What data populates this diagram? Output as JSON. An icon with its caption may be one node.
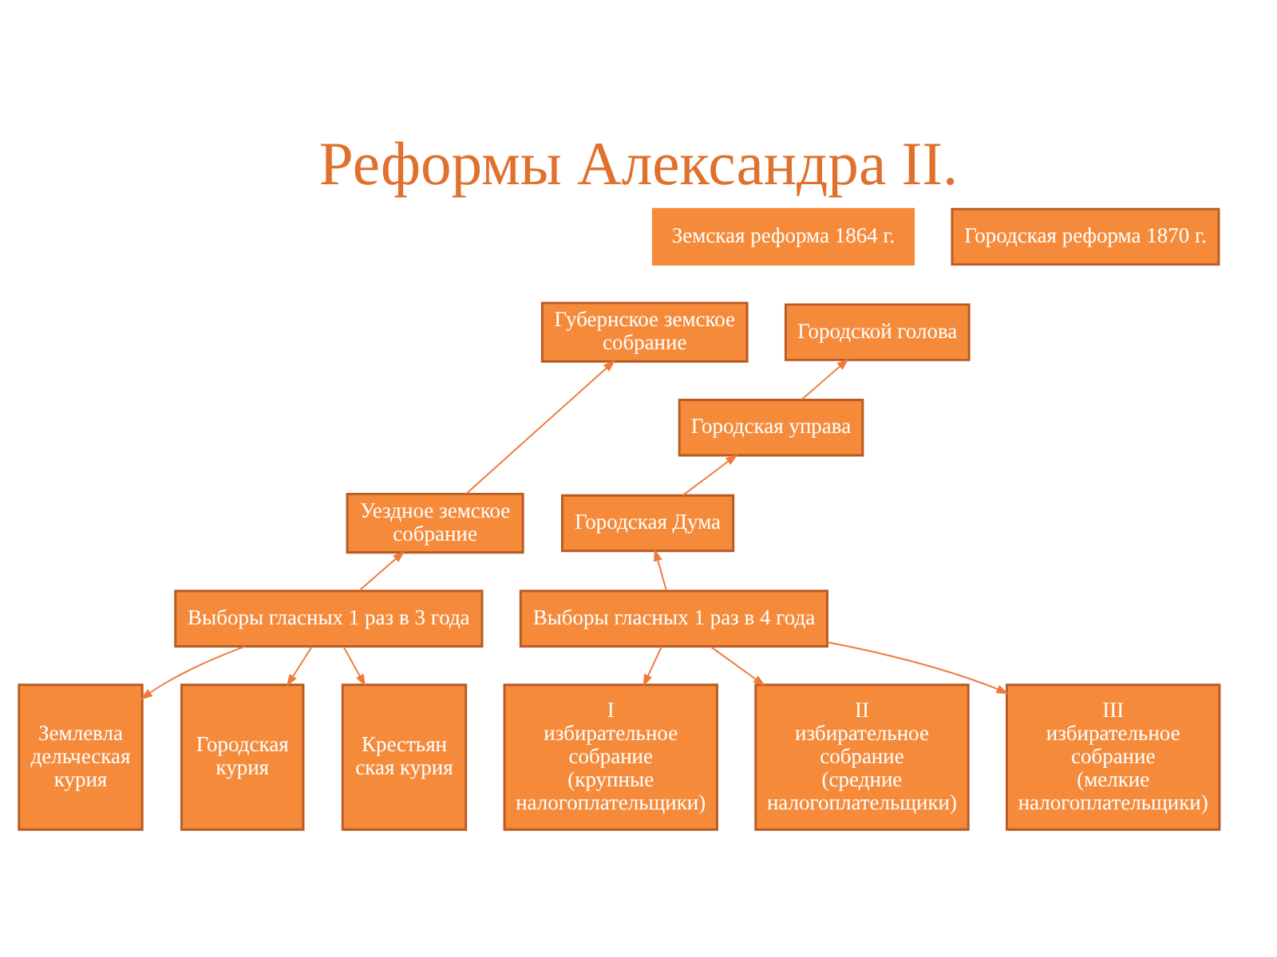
{
  "diagram": {
    "title": "Реформы Александра II.",
    "nodes": [
      {
        "text": [
          "Земская реформа 1864 г."
        ]
      },
      {
        "text": [
          "Губернское земское собрание"
        ]
      },
      {
        "text": [
          "Уездное земское собрание"
        ]
      },
      {
        "text": [
          "Выборы гласных 1 раз в 3 года"
        ]
      },
      {
        "text": [
          "Землевла дельческая курия"
        ]
      },
      {
        "text": [
          "Городская курия"
        ]
      },
      {
        "text": [
          "Крестьян ская курия"
        ]
      },
      {
        "text": [
          "Городская реформа 1870 г."
        ]
      },
      {
        "text": [
          "Городской голова"
        ]
      },
      {
        "text": [
          "Городская управа"
        ]
      },
      {
        "text": [
          "Городская Дума"
        ]
      },
      {
        "text": [
          "Выборы гласных 1 раз в 4 года"
        ]
      },
      {
        "text": [
          "I избирательное собрание (крупные налогоплательщики)"
        ]
      },
      {
        "text": [
          "II избирательное собрание (средние налогоплательщики)"
        ]
      },
      {
        "text": [
          "III избирательное собрание (мелкие налогоплательщики)"
        ]
      }
    ],
    "edges": [
      {
        "from": 2,
        "to": 1,
        "arrow": "to"
      },
      {
        "from": 3,
        "to": 2,
        "arrow": "to"
      },
      {
        "from": 3,
        "to": 4,
        "arrow": "to"
      },
      {
        "from": 3,
        "to": 5,
        "arrow": "to"
      },
      {
        "from": 3,
        "to": 6,
        "arrow": "to"
      },
      {
        "from": 9,
        "to": 8,
        "arrow": "to"
      },
      {
        "from": 10,
        "to": 9,
        "arrow": "to"
      },
      {
        "from": 11,
        "to": 10,
        "arrow": "to"
      },
      {
        "from": 11,
        "to": 12,
        "arrow": "to"
      },
      {
        "from": 11,
        "to": 13,
        "arrow": "to"
      },
      {
        "from": 11,
        "to": 14,
        "arrow": "to"
      }
    ]
  }
}
